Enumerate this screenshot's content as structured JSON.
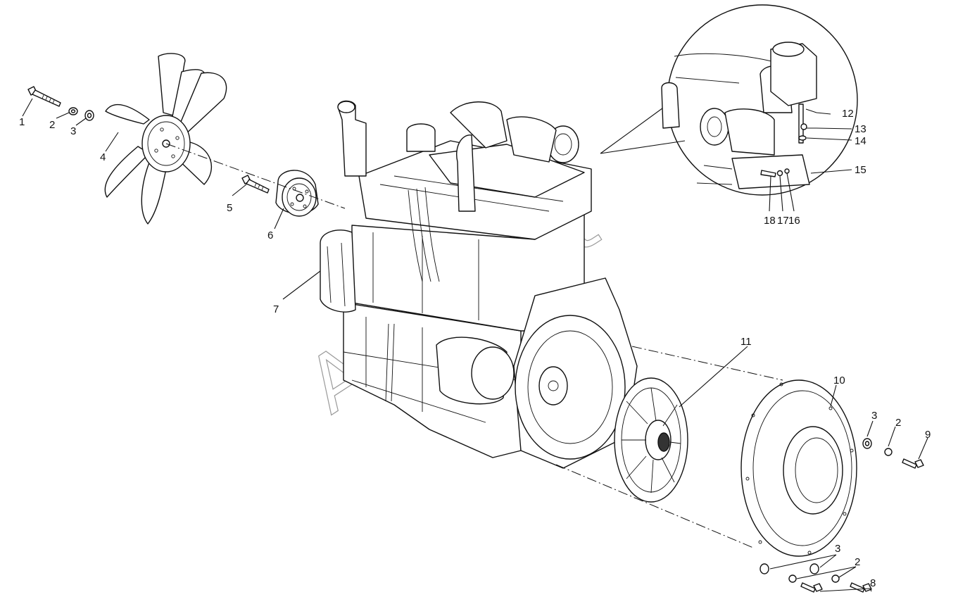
{
  "watermark": "AvtoSoft",
  "callouts": [
    {
      "id": "c1",
      "text": "1"
    },
    {
      "id": "c2a",
      "text": "2"
    },
    {
      "id": "c3a",
      "text": "3"
    },
    {
      "id": "c4",
      "text": "4"
    },
    {
      "id": "c5",
      "text": "5"
    },
    {
      "id": "c6",
      "text": "6"
    },
    {
      "id": "c7",
      "text": "7"
    },
    {
      "id": "c11",
      "text": "11"
    },
    {
      "id": "c10",
      "text": "10"
    },
    {
      "id": "c3b",
      "text": "3"
    },
    {
      "id": "c2b",
      "text": "2"
    },
    {
      "id": "c9",
      "text": "9"
    },
    {
      "id": "c3c",
      "text": "3"
    },
    {
      "id": "c2c",
      "text": "2"
    },
    {
      "id": "c8",
      "text": "8"
    },
    {
      "id": "c12",
      "text": "12"
    },
    {
      "id": "c13",
      "text": "13"
    },
    {
      "id": "c14",
      "text": "14"
    },
    {
      "id": "c15",
      "text": "15"
    },
    {
      "id": "c18",
      "text": "18"
    },
    {
      "id": "c17",
      "text": "17"
    },
    {
      "id": "c16",
      "text": "16"
    }
  ]
}
